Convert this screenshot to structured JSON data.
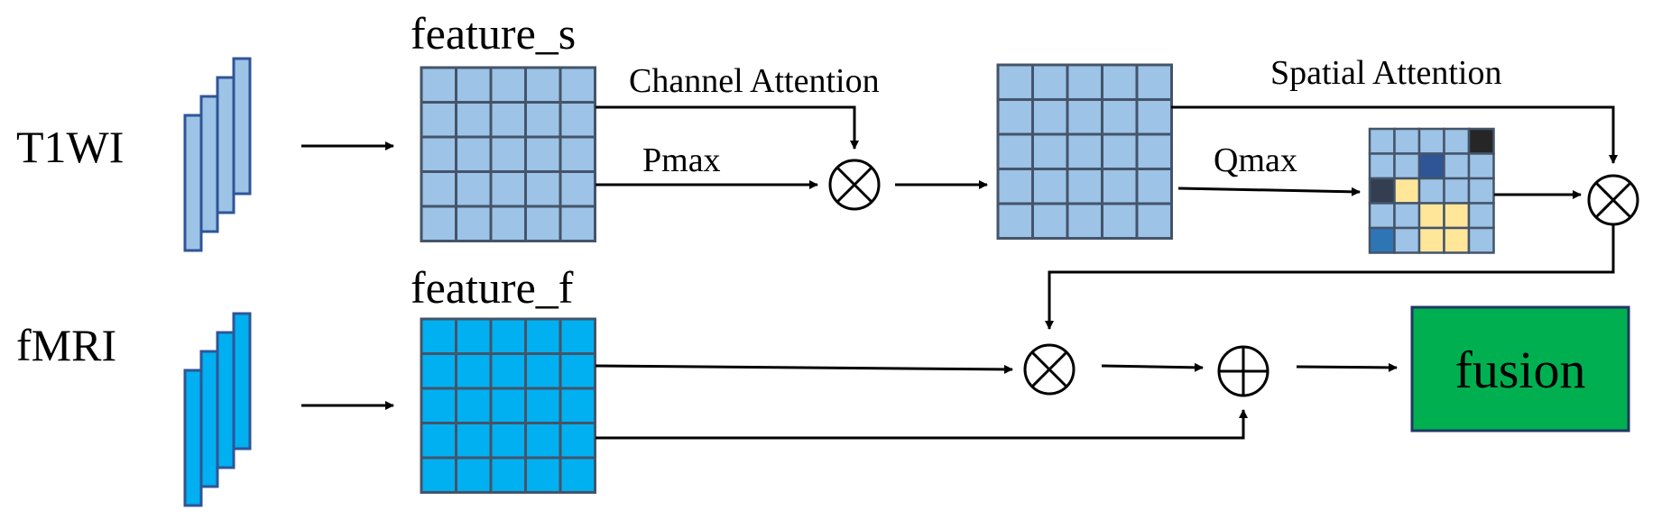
{
  "inputs": {
    "t1wi": "T1WI",
    "fmri": "fMRI"
  },
  "features": {
    "s": "feature_s",
    "f": "feature_f"
  },
  "attention": {
    "channel": "Channel Attention",
    "spatial": "Spatial Attention",
    "pmax": "Pmax",
    "qmax": "Qmax"
  },
  "output": {
    "label": "fusion"
  },
  "colors": {
    "t1_fill": "#9dc3e6",
    "t1_stroke": "#2f5597",
    "fmri_fill": "#00b0f0",
    "fmri_stroke": "#2f5597",
    "grid_line": "#44546a",
    "spatial_dark": "#262626",
    "spatial_navy": "#2f5597",
    "spatial_slate": "#333f50",
    "spatial_yellow": "#ffe699",
    "spatial_blue": "#2e75b6",
    "fusion_fill": "#00b050",
    "line": "#000000"
  },
  "icons": {
    "multiply": "circle-times-icon",
    "add": "circle-plus-icon"
  },
  "spatial_map": [
    [
      "b",
      "b",
      "b",
      "b",
      "k"
    ],
    [
      "b",
      "b",
      "n",
      "b",
      "b"
    ],
    [
      "s",
      "y",
      "b",
      "b",
      "b"
    ],
    [
      "b",
      "b",
      "y",
      "y",
      "b"
    ],
    [
      "d",
      "b",
      "y",
      "y",
      "b"
    ]
  ]
}
